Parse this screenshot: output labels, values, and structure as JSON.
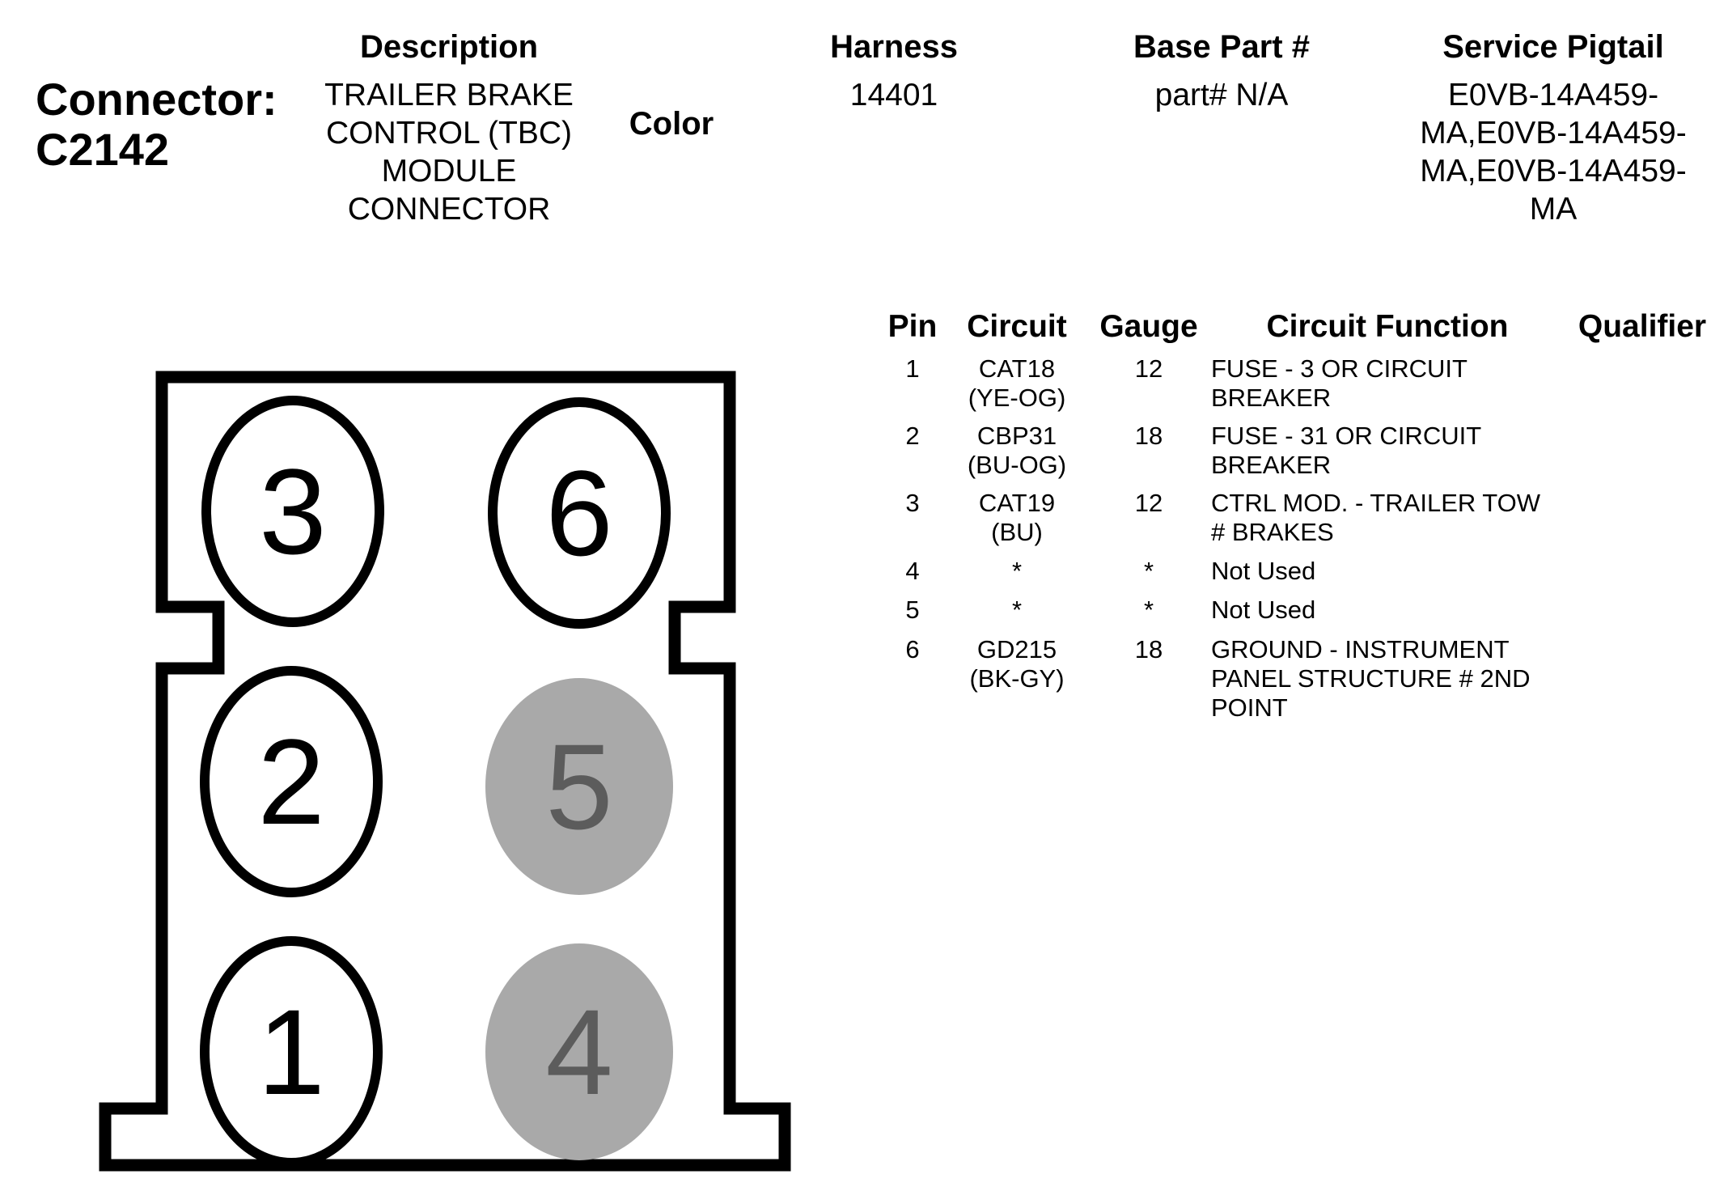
{
  "connector": {
    "label_line1": "Connector:",
    "label_line2": "C2142"
  },
  "headers": {
    "description": "Description",
    "color": "Color",
    "harness": "Harness",
    "base_part": "Base Part #",
    "service_pigtail": "Service Pigtail"
  },
  "values": {
    "description_lines": [
      "TRAILER BRAKE",
      "CONTROL (TBC)",
      "MODULE",
      "CONNECTOR"
    ],
    "harness": "14401",
    "base_part": "part# N/A",
    "service_pigtail_lines": [
      "E0VB-14A459-",
      "MA,E0VB-14A459-",
      "MA,E0VB-14A459-",
      "MA"
    ]
  },
  "table": {
    "columns": {
      "pin": "Pin",
      "circuit": "Circuit",
      "gauge": "Gauge",
      "circuit_function": "Circuit Function",
      "qualifier": "Qualifier"
    },
    "rows": [
      {
        "pin": "1",
        "circuit": [
          "CAT18",
          "(YE-OG)"
        ],
        "gauge": "12",
        "function": [
          "FUSE - 3 OR CIRCUIT",
          "BREAKER"
        ],
        "qualifier": ""
      },
      {
        "pin": "2",
        "circuit": [
          "CBP31",
          "(BU-OG)"
        ],
        "gauge": "18",
        "function": [
          "FUSE - 31 OR CIRCUIT",
          "BREAKER"
        ],
        "qualifier": ""
      },
      {
        "pin": "3",
        "circuit": [
          "CAT19",
          "(BU)"
        ],
        "gauge": "12",
        "function": [
          "CTRL MOD. - TRAILER TOW",
          "# BRAKES"
        ],
        "qualifier": ""
      },
      {
        "pin": "4",
        "circuit": [
          "*"
        ],
        "gauge": "*",
        "function": [
          "Not Used"
        ],
        "qualifier": ""
      },
      {
        "pin": "5",
        "circuit": [
          "*"
        ],
        "gauge": "*",
        "function": [
          "Not Used"
        ],
        "qualifier": ""
      },
      {
        "pin": "6",
        "circuit": [
          "GD215",
          "(BK-GY)"
        ],
        "gauge": "18",
        "function": [
          "GROUND - INSTRUMENT",
          "PANEL STRUCTURE # 2ND",
          "POINT"
        ],
        "qualifier": ""
      }
    ]
  },
  "diagram": {
    "pins": [
      {
        "label": "3",
        "used": true
      },
      {
        "label": "6",
        "used": true
      },
      {
        "label": "2",
        "used": true
      },
      {
        "label": "5",
        "used": false
      },
      {
        "label": "1",
        "used": true
      },
      {
        "label": "4",
        "used": false
      }
    ],
    "colors": {
      "outline": "#000000",
      "unused_fill": "#a9a9a9",
      "unused_text": "#5c5c5c"
    }
  }
}
